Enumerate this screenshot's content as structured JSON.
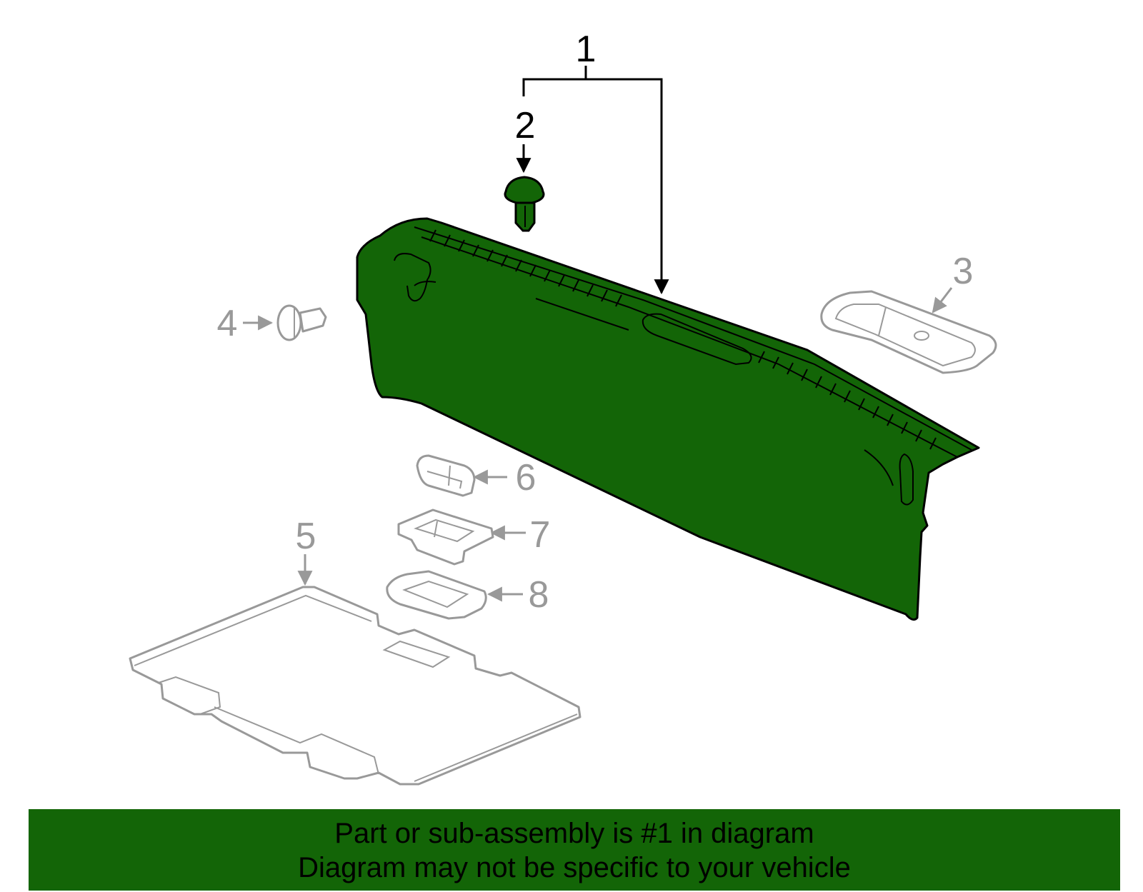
{
  "diagram": {
    "highlight_color": "#136507",
    "inactive_color": "#999999",
    "callouts": {
      "c1": "1",
      "c2": "2",
      "c3": "3",
      "c4": "4",
      "c5": "5",
      "c6": "6",
      "c7": "7",
      "c8": "8"
    }
  },
  "banner": {
    "line1": "Part or sub-assembly is #1 in diagram",
    "line2": "Diagram may not be specific to your vehicle",
    "background": "#136507"
  }
}
